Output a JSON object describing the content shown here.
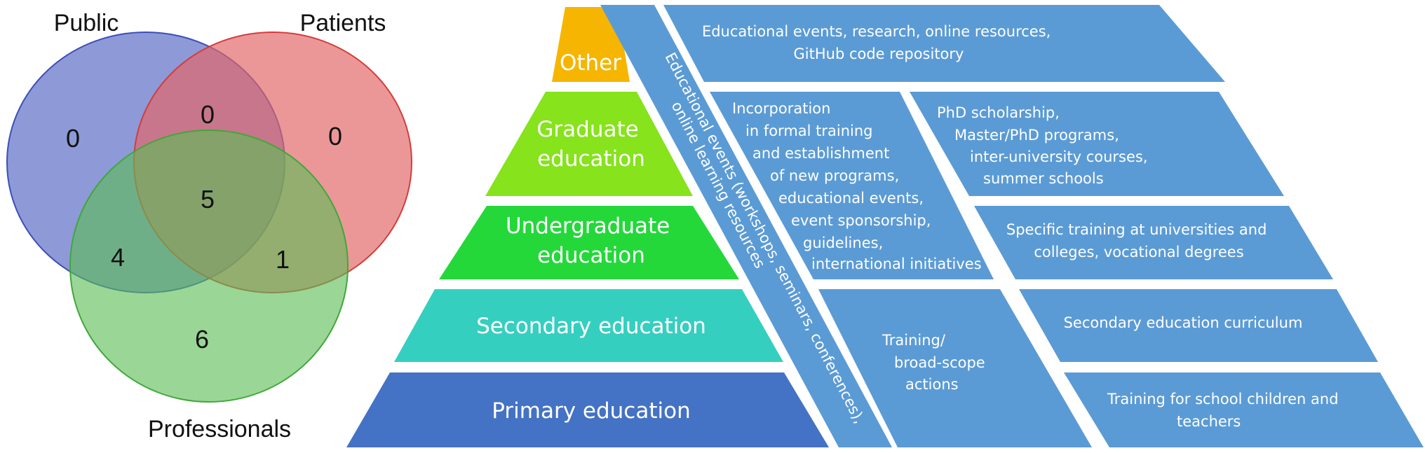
{
  "colors": {
    "public_circle": "#6272c9",
    "patients_circle": "#e36565",
    "professionals_circle": "#5cbd55",
    "tier_other": "#f6b500",
    "tier_graduate": "#86e31c",
    "tier_undergraduate": "#24d83a",
    "tier_secondary": "#35cfc0",
    "tier_primary": "#4472c4",
    "boxes": "#5b9bd5"
  },
  "venn": {
    "labels": {
      "public": "Public",
      "patients": "Patients",
      "professionals": "Professionals"
    },
    "counts": {
      "public_only": "0",
      "patients_only": "0",
      "public_patients": "0",
      "all_three": "5",
      "public_professionals": "4",
      "patients_professionals": "1",
      "professionals_only": "6"
    }
  },
  "pyramid": {
    "tiers": [
      {
        "key": "other",
        "lines": [
          "Other"
        ]
      },
      {
        "key": "graduate",
        "lines": [
          "Graduate",
          "education"
        ]
      },
      {
        "key": "undergraduate",
        "lines": [
          "Undergraduate",
          "education"
        ]
      },
      {
        "key": "secondary",
        "lines": [
          "Secondary education"
        ]
      },
      {
        "key": "primary",
        "lines": [
          "Primary education"
        ]
      }
    ],
    "diagonal": {
      "line1": "Educational events (workshops, seminars, conferences),",
      "line2": "online learning resources"
    },
    "boxes": {
      "other": {
        "lines": [
          "Educational events, research, online resources,",
          "GitHub code repository"
        ]
      },
      "middle_upper": {
        "lines": [
          "Incorporation",
          "in formal training",
          "and establishment",
          "of new programs,",
          "educational events,",
          "event sponsorship,",
          "guidelines,",
          "international initiatives"
        ]
      },
      "graduate": {
        "lines": [
          "PhD scholarship,",
          "Master/PhD programs,",
          "inter-university courses,",
          "summer schools"
        ]
      },
      "undergraduate": {
        "lines": [
          "Specific training at universities and",
          "colleges, vocational degrees"
        ]
      },
      "middle_lower": {
        "lines": [
          "Training/",
          "broad-scope",
          "actions"
        ]
      },
      "secondary": {
        "lines": [
          "Secondary education curriculum"
        ]
      },
      "primary": {
        "lines": [
          "Training for school children and",
          "teachers"
        ]
      }
    }
  }
}
